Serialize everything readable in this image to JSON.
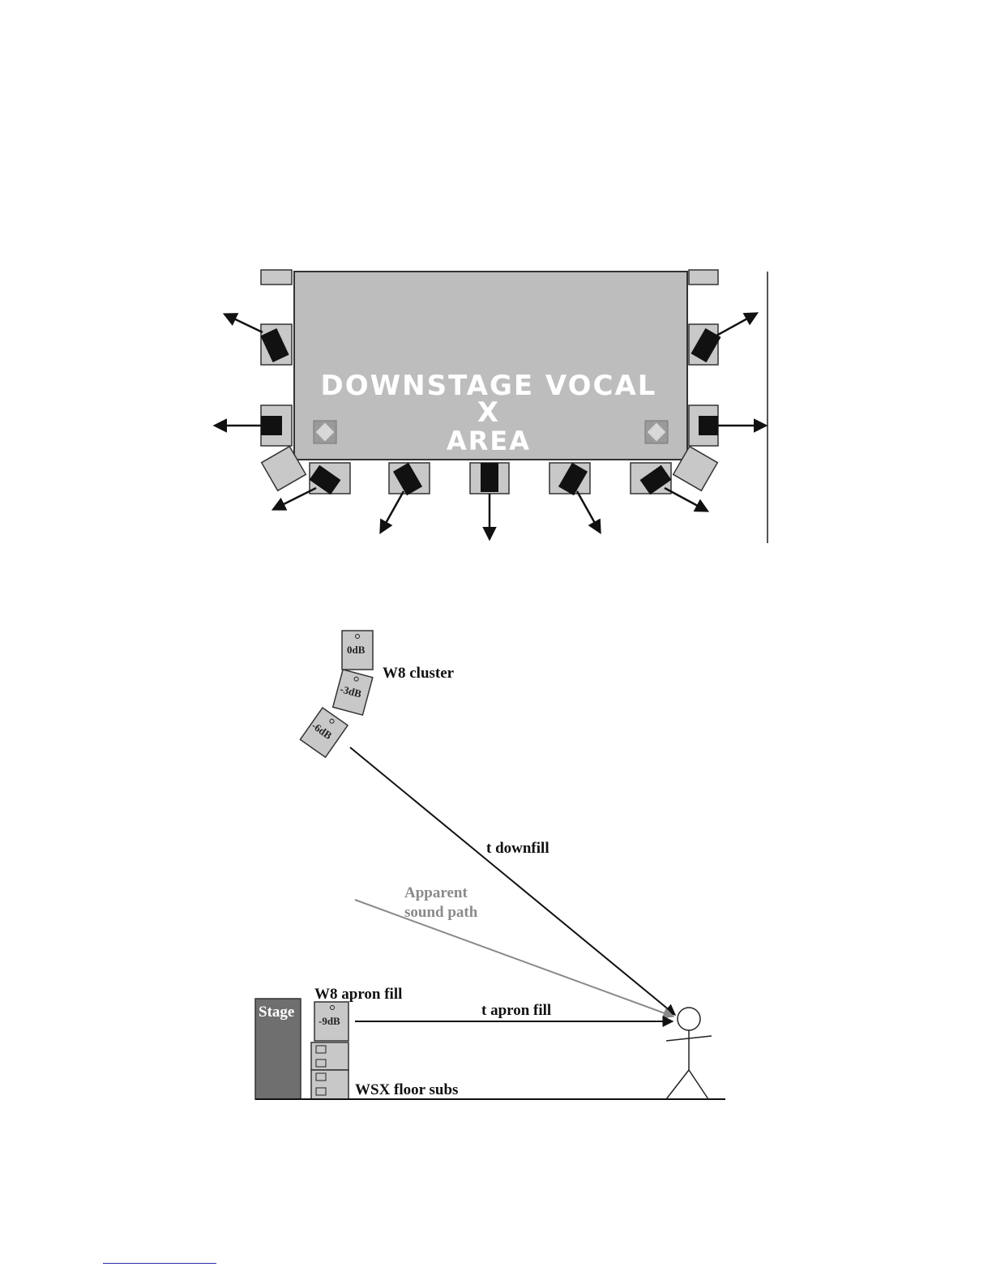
{
  "stage_plan": {
    "area_title_line1": "DOWNSTAGE VOCAL",
    "area_marker": "X",
    "area_title_line2": "AREA",
    "colors": {
      "stage_fill": "#bdbdbd",
      "speaker_box": "#c8c8c8",
      "speaker_driver": "#111111",
      "arrow": "#111111"
    },
    "icons": [
      "speaker-icon",
      "arrow-icon",
      "diamond-marker-icon"
    ]
  },
  "section_view": {
    "cluster_label": "W8 cluster",
    "cluster_levels": [
      "0dB",
      "-3dB",
      "-6dB"
    ],
    "downfill_label": "t downfill",
    "apparent_path_label_line1": "Apparent",
    "apparent_path_label_line2": "sound path",
    "apron_fill_label": "W8 apron fill",
    "apron_fill_level": "-9dB",
    "apron_path_label": "t apron fill",
    "stage_label": "Stage",
    "subs_label": "WSX floor subs",
    "colors": {
      "stage_block": "#6f6f6f",
      "apparent_path": "#8a8a8a",
      "direct_path": "#111111"
    },
    "icons": [
      "listener-figure-icon",
      "speaker-icon"
    ]
  }
}
